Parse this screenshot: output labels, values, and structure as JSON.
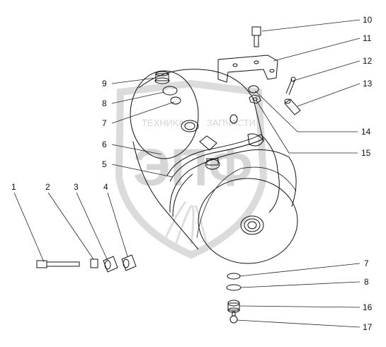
{
  "diagram": {
    "part_numbers": [
      "1",
      "2",
      "3",
      "4",
      "5",
      "6",
      "7",
      "8",
      "9",
      "10",
      "11",
      "12",
      "13",
      "14",
      "15",
      "7",
      "8",
      "16",
      "17"
    ]
  },
  "watermark": {
    "top_left": "ТЕХНИКА",
    "top_right": "ЗАПЧАСТИ",
    "logo": "ЭПФ"
  }
}
